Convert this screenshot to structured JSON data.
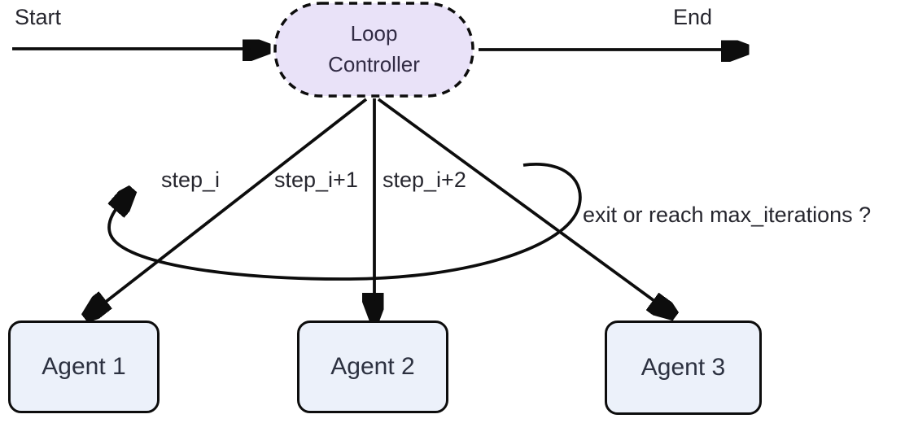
{
  "colors": {
    "stroke": "#0d0d0d",
    "text": "#26262e",
    "node_fill": "#e9e2f8",
    "node_text": "#322c45",
    "agent_fill": "#ecf1fa",
    "agent_text": "#2c3140"
  },
  "flow": {
    "start_label": "Start",
    "end_label": "End",
    "controller_label": "Loop Controller",
    "loop_condition_label": "exit or reach max_iterations ?"
  },
  "steps": [
    "step_i",
    "step_i+1",
    "step_i+2"
  ],
  "agents": [
    {
      "label": "Agent 1"
    },
    {
      "label": "Agent 2"
    },
    {
      "label": "Agent 3"
    }
  ]
}
